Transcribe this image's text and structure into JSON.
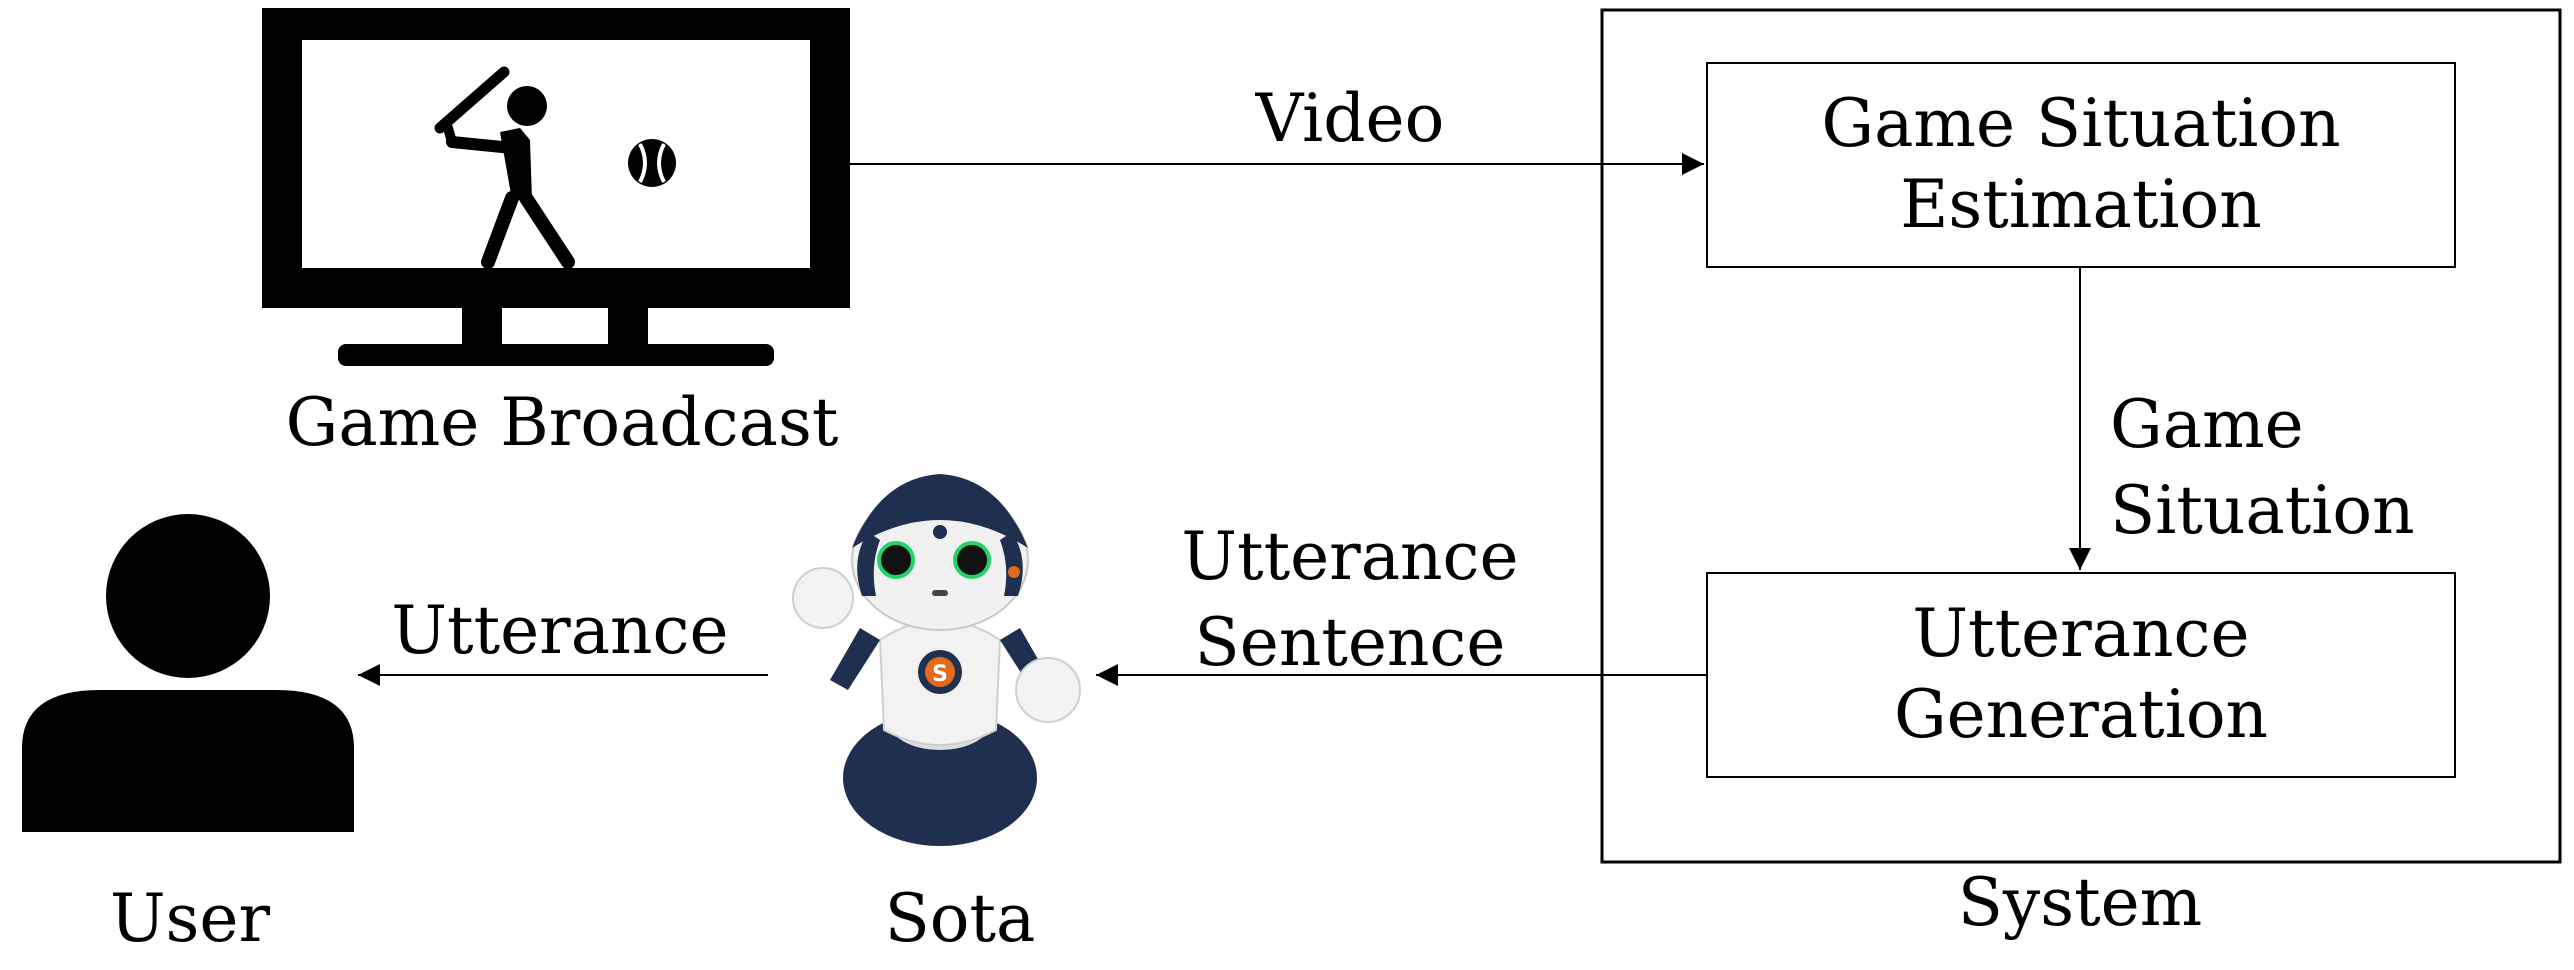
{
  "nodes": {
    "broadcast": {
      "label": "Game Broadcast"
    },
    "user": {
      "label": "User"
    },
    "sota": {
      "label": "Sota"
    },
    "system": {
      "label": "System"
    },
    "situation_estimation": {
      "line1": "Game Situation",
      "line2": "Estimation"
    },
    "utterance_generation": {
      "line1": "Utterance",
      "line2": "Generation"
    }
  },
  "edges": {
    "video": {
      "label": "Video"
    },
    "game_situation": {
      "line1": "Game",
      "line2": "Situation"
    },
    "utterance_sentence": {
      "line1": "Utterance",
      "line2": "Sentence"
    },
    "utterance": {
      "label": "Utterance"
    }
  },
  "icons": [
    "tv-icon",
    "batter-icon",
    "baseball-icon",
    "user-icon",
    "robot-icon"
  ],
  "colors": {
    "robot_eye": "#22d36a",
    "robot_body": "#1f2f4f",
    "robot_badge": "#e36a1a"
  }
}
